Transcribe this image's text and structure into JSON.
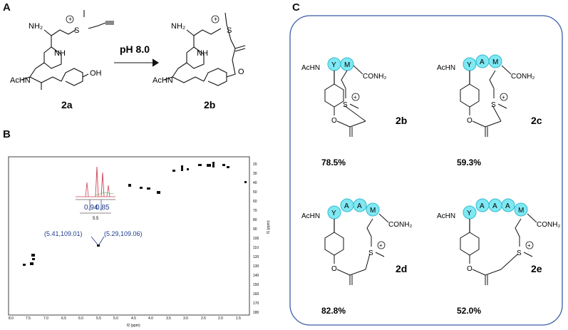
{
  "panels": {
    "a": "A",
    "b": "B",
    "c": "C"
  },
  "panel_a": {
    "reaction_condition": "pH 8.0",
    "reactant_label": "2a",
    "product_label": "2b",
    "atoms": {
      "nh2": "NH₂",
      "nh": "NH",
      "acHN": "AcHN",
      "oh": "OH",
      "o": "O",
      "s": "S",
      "plus": "+"
    }
  },
  "panel_b": {
    "annotation_left": "(5.41,109.01)",
    "annotation_right": "(5.29,109.06)",
    "integral_1": "0.94",
    "integral_2": "0.85",
    "inset_tick": "5.5",
    "x_axis_label": "f2 (ppm)",
    "y_axis_label": "f1 (ppm)",
    "x_ticks": [
      "8.0",
      "7.5",
      "7.0",
      "6.5",
      "6.0",
      "5.5",
      "5.0",
      "4.5",
      "4.0",
      "3.5",
      "3.0",
      "2.5",
      "2.0",
      "1.5"
    ],
    "y_ticks": [
      "20",
      "30",
      "40",
      "50",
      "60",
      "70",
      "80",
      "90",
      "100",
      "110",
      "120",
      "130",
      "140",
      "150",
      "160",
      "170",
      "180"
    ]
  },
  "panel_c": {
    "compounds": [
      {
        "label": "2b",
        "percent": "78.5%",
        "residues": [
          "Y",
          "M"
        ]
      },
      {
        "label": "2c",
        "percent": "59.3%",
        "residues": [
          "Y",
          "A",
          "M"
        ]
      },
      {
        "label": "2d",
        "percent": "82.8%",
        "residues": [
          "Y",
          "A",
          "A",
          "M"
        ]
      },
      {
        "label": "2e",
        "percent": "52.0%",
        "residues": [
          "Y",
          "A",
          "A",
          "A",
          "M"
        ]
      }
    ],
    "acHN": "AcHN",
    "conh2": "CONH₂",
    "s": "S",
    "o": "O",
    "plus": "+"
  },
  "colors": {
    "box_border": "#3a5da8",
    "residue_fill": "#7fe8f2",
    "residue_stroke": "#35b9cf",
    "annotation": "#1f3a8a"
  }
}
